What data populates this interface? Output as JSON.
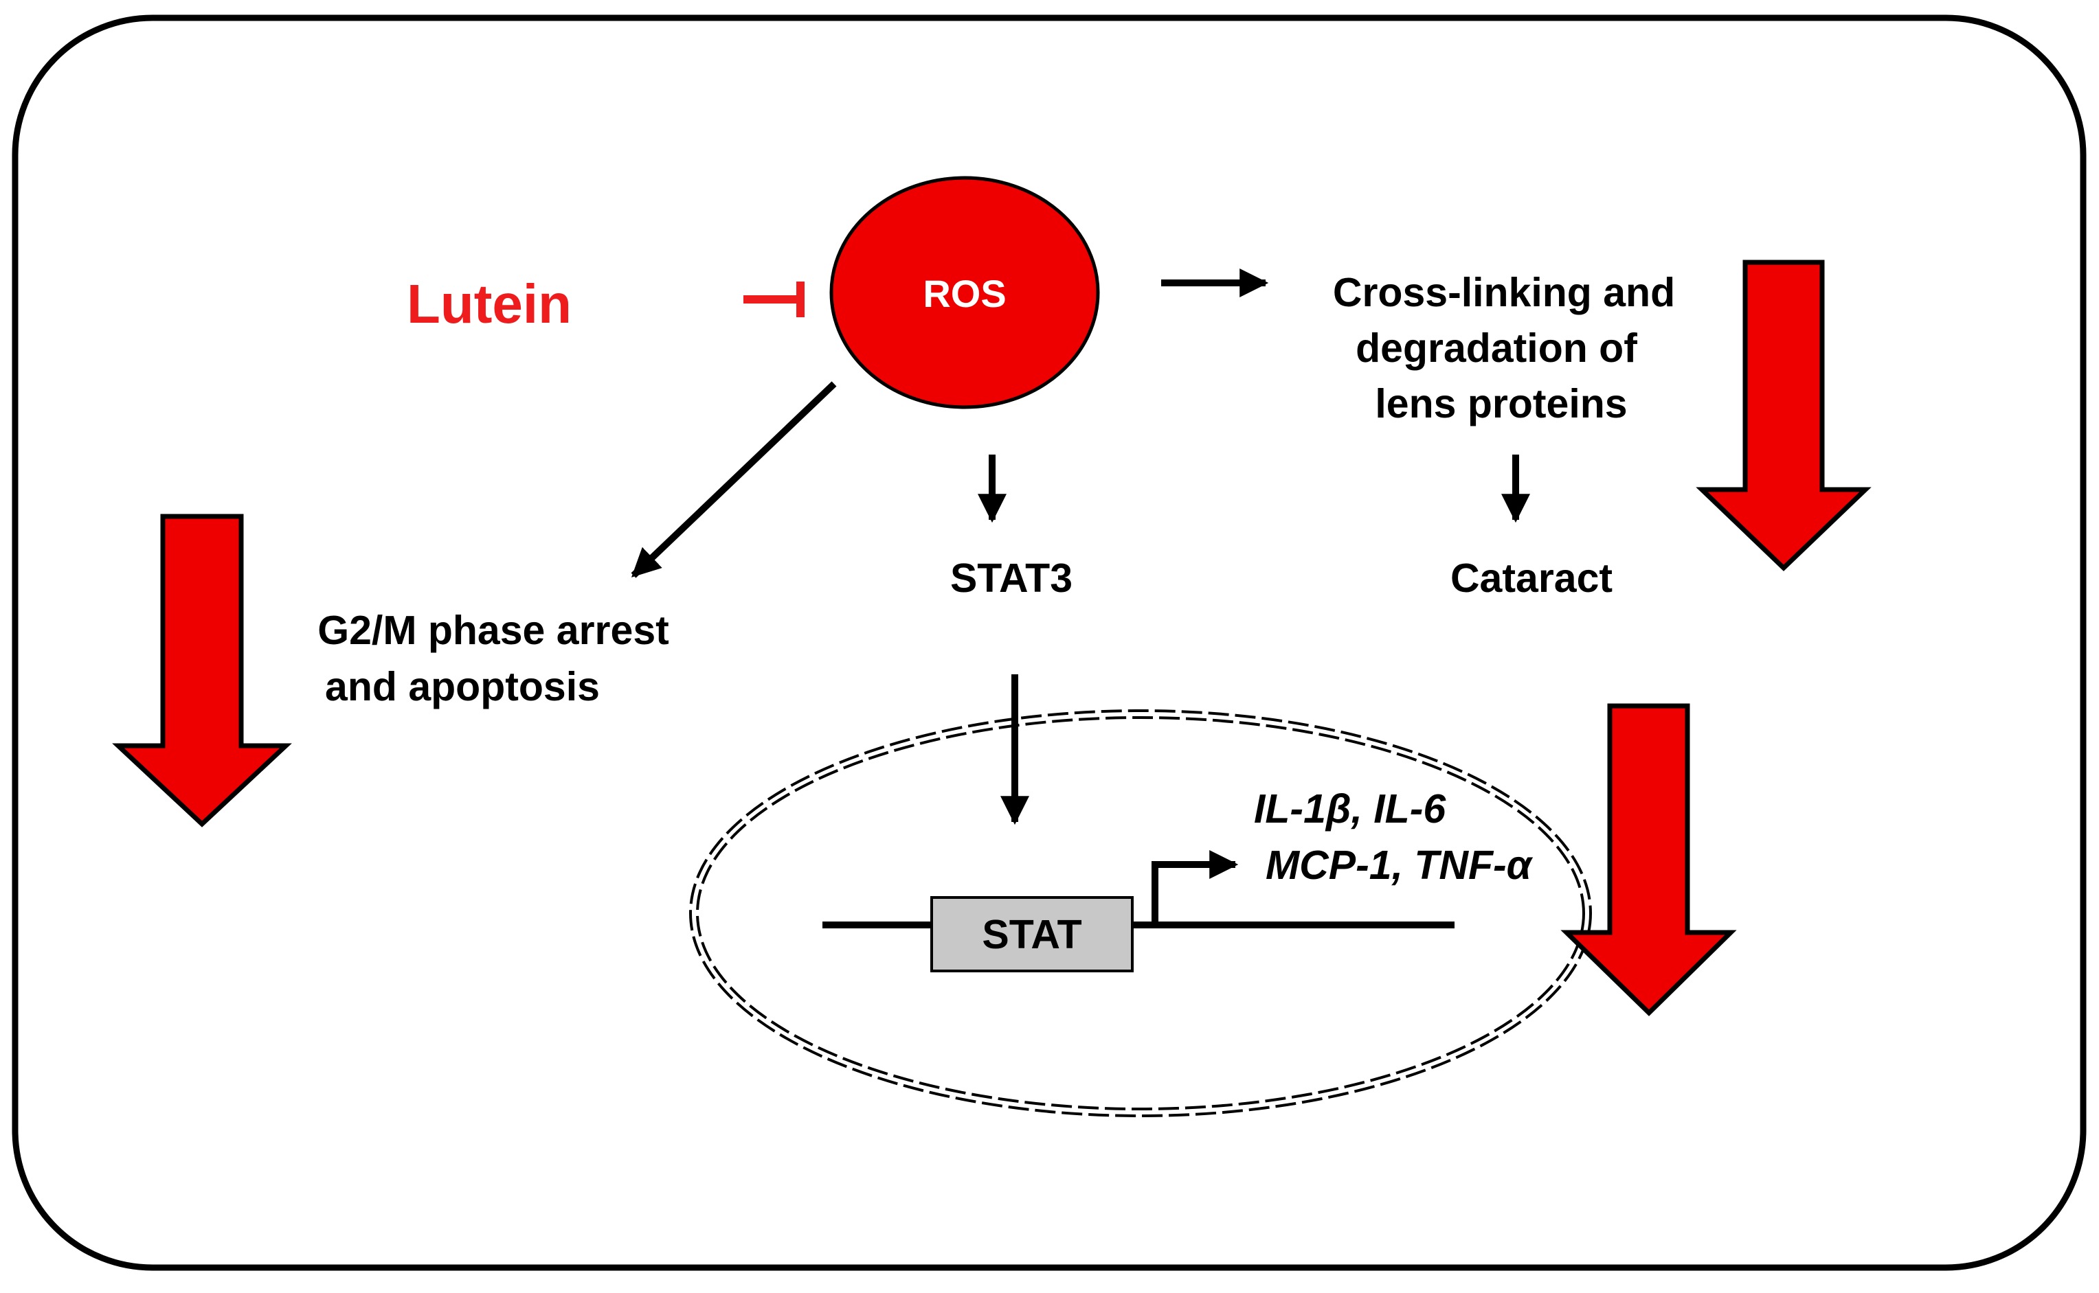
{
  "diagram": {
    "inhibitor": "Lutein",
    "ros": "ROS",
    "lens_effect": [
      "Cross-linking and",
      "degradation of",
      "lens proteins"
    ],
    "cataract": "Cataract",
    "stat3": "STAT3",
    "cell_effect": [
      "G2/M phase arrest",
      "and apoptosis"
    ],
    "promoter": "STAT",
    "genes": [
      "IL-1β, IL-6",
      "MCP-1, TNF-α"
    ]
  },
  "colors": {
    "red": "#ee0000",
    "lutein_red": "#ee1c1c",
    "stat_box": "#c8c8c8"
  }
}
